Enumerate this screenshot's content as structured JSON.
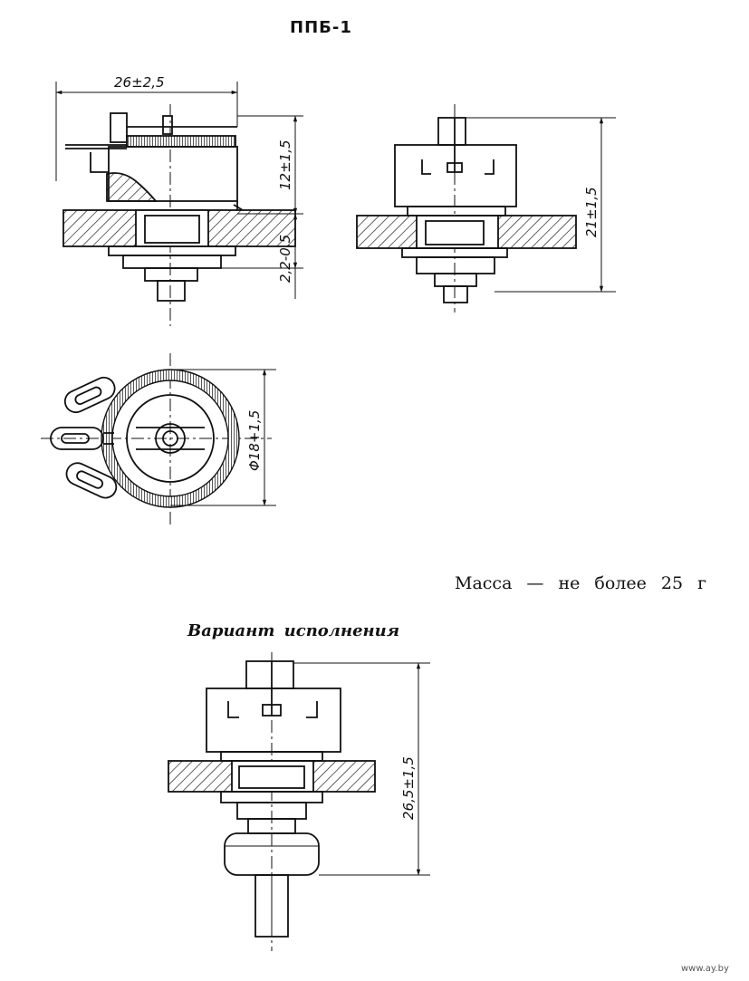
{
  "title": "ППБ-1",
  "mass_text": "Масса — не более 25 г",
  "variant_heading": "Вариант исполнения",
  "watermark": "www.ay.by",
  "dimensions": {
    "width": "26±2,5",
    "body_height": "12±1,5",
    "mount_offset": "2,2-0,5",
    "side_height": "21±1,5",
    "diameter": "Φ18+1,5",
    "variant_height": "26,5±1,5"
  }
}
